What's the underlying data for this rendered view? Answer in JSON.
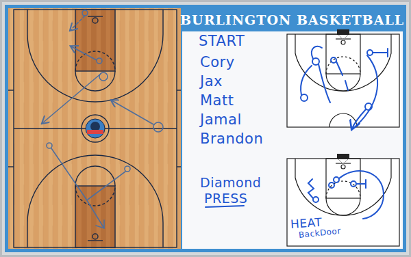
{
  "diagram": {
    "title": "BURLINGTON BASKETBALL",
    "labels": [
      "START",
      "Cory",
      "Jax",
      "Matt",
      "Jamal",
      "Brandon",
      "Diamond",
      "PRESS",
      "HEAT",
      "BackDoor"
    ]
  }
}
